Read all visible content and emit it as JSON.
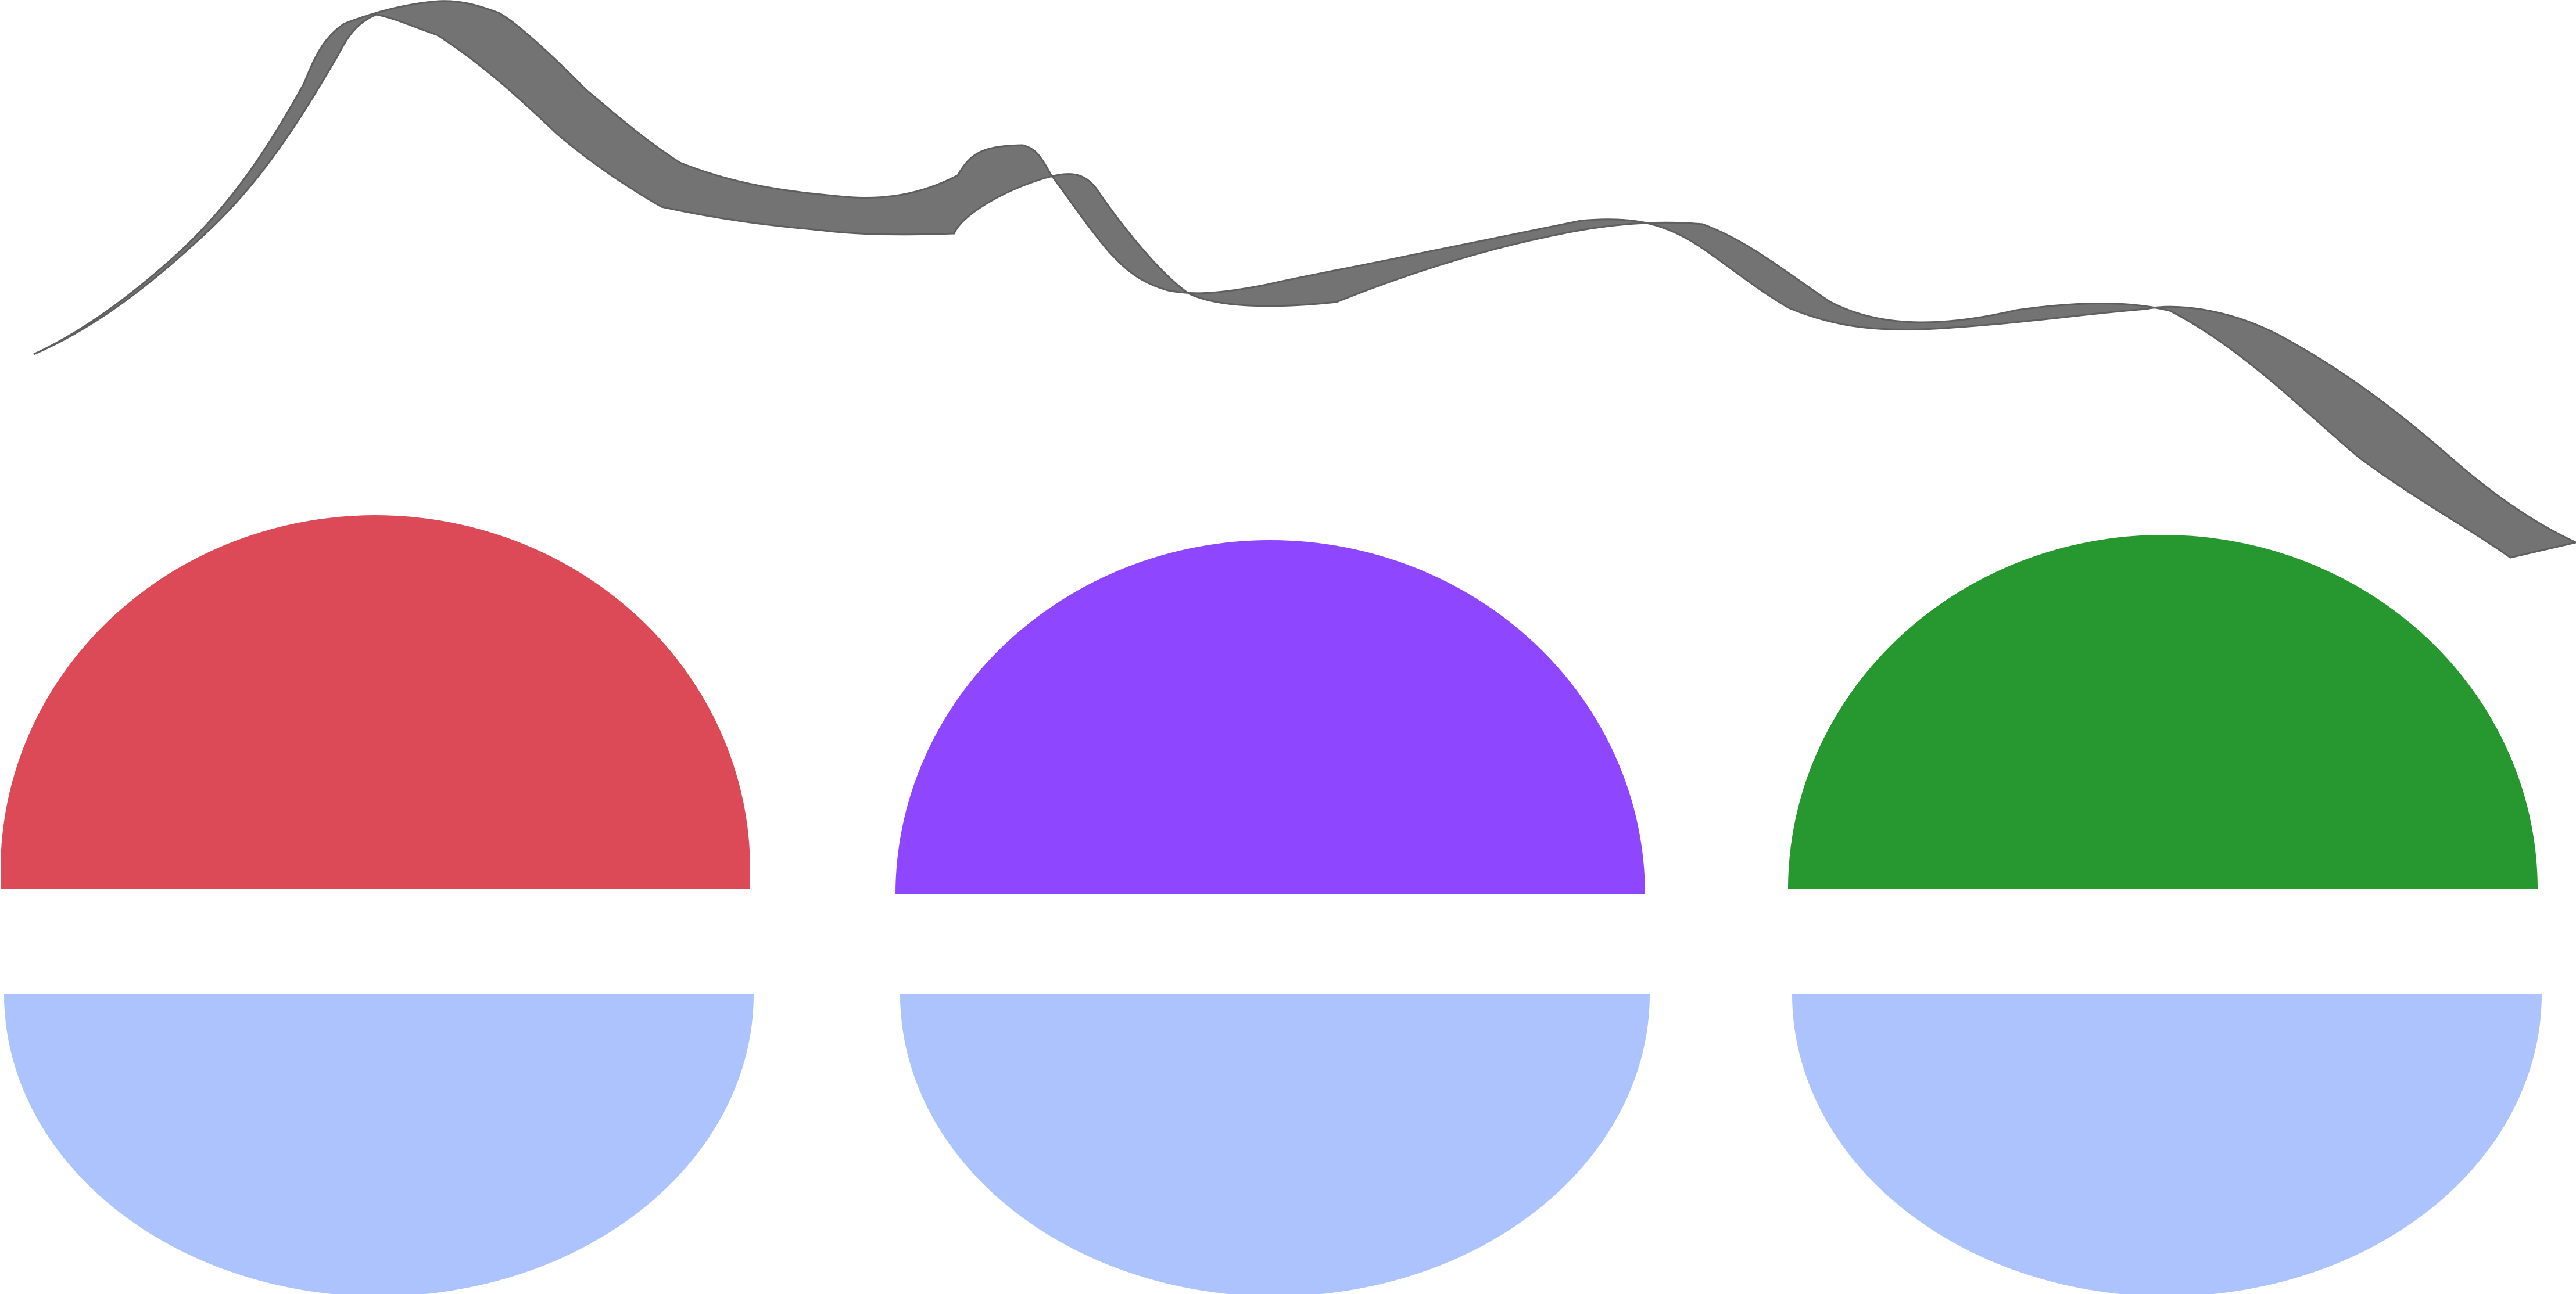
{
  "colors": {
    "background": "#ffffff",
    "line": "#737373",
    "top_halves": [
      "#db4a56",
      "#8e47fe",
      "#27972f"
    ],
    "bottom_halves": "#adc3fd"
  },
  "groups": [
    {
      "name": "left",
      "top_color": "#db4a56",
      "bottom_color": "#adc3fd"
    },
    {
      "name": "middle",
      "top_color": "#8e47fe",
      "bottom_color": "#adc3fd"
    },
    {
      "name": "right",
      "top_color": "#27972f",
      "bottom_color": "#adc3fd"
    }
  ]
}
